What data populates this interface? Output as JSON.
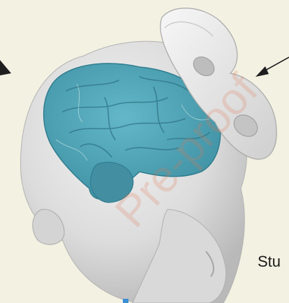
{
  "figure": {
    "caption_fragment": "Stu",
    "watermark": "Pre-proof"
  },
  "colors": {
    "background": "#f3f1e2",
    "head": "#e4e4e4",
    "brain": "#4fa3b5",
    "arrow": "#1e1e1e",
    "watermark": "#e0785a"
  },
  "icons": {
    "left_arrow": "arrow-pointing-right",
    "right_arrow": "arrow-pointing-left"
  }
}
